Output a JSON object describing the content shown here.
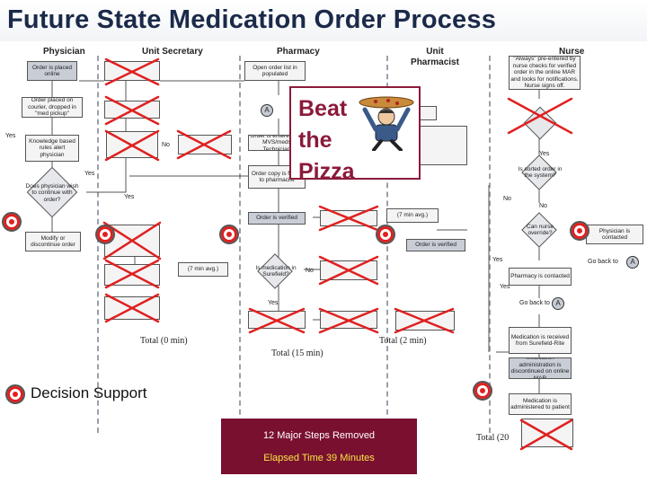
{
  "title": "Future State Medication Order Process",
  "lanes": {
    "physician": "Physician",
    "unit_secretary": "Unit Secretary",
    "pharmacy": "Pharmacy",
    "unit_pharmacist": "Unit Pharmacist",
    "nurse": "Nurse"
  },
  "callout": {
    "line1": "Beat",
    "line2": "the",
    "line3": "Pizza"
  },
  "nodes": {
    "order_placed": "Order is placed online",
    "ordered_placed_courier": "Order placed on courier, dropped in \"med pickup\"",
    "knowledge_rules": "Knowledge based rules alert physician",
    "physician_continue": "Does physician wish to continue with order?",
    "modify_order": "Modify or discontinue order",
    "order_verified_pharm": "Order is verified",
    "order_verified_unit": "Order is verified",
    "physician_contacted": "Physician is contacted",
    "open_order_list": "Open order list in populated",
    "order_entered": "Order is entered into MVS/meds Technician",
    "order_copy": "Order copy is faxed to pharmacist",
    "medication_received": "Medication is received from Surefield-Rite",
    "med_admin_discontinued": "Medication administration is discontinued on online MAR",
    "medication_administered": "Medication is administered to patient",
    "pharmacy_contacted": "Pharmacy is contacted",
    "can_nurse_override": "Can nurse override?",
    "is_sorted_order": "Is sorted order in the system?",
    "is_medication_surefield": "Is medication in Surefield?",
    "nurse_always": "\"Always\" pre-entered by nurse checks for verified order in the online MAR and looks for notifications. Nurse signs off."
  },
  "labels": {
    "yes": "Yes",
    "no": "No",
    "seven_min": "(7 min avg.)",
    "go_back_to": "Go back to",
    "A": "A"
  },
  "totals": {
    "unit_secretary": "Total (0 min)",
    "pharmacy": "Total (15 min)",
    "unit_pharmacist": "Total (2 min)",
    "nurse": "Total (20"
  },
  "legend": {
    "decision_support": "Decision Support"
  },
  "summary": {
    "steps_removed": "12 Major Steps Removed",
    "elapsed": "Elapsed Time 39 Minutes"
  },
  "colors": {
    "title": "#1b2a4a",
    "x_mark": "#e02020",
    "callout_border": "#8b1a3a",
    "summary_bg": "#7a1030",
    "summary_highlight": "#f5e642"
  }
}
